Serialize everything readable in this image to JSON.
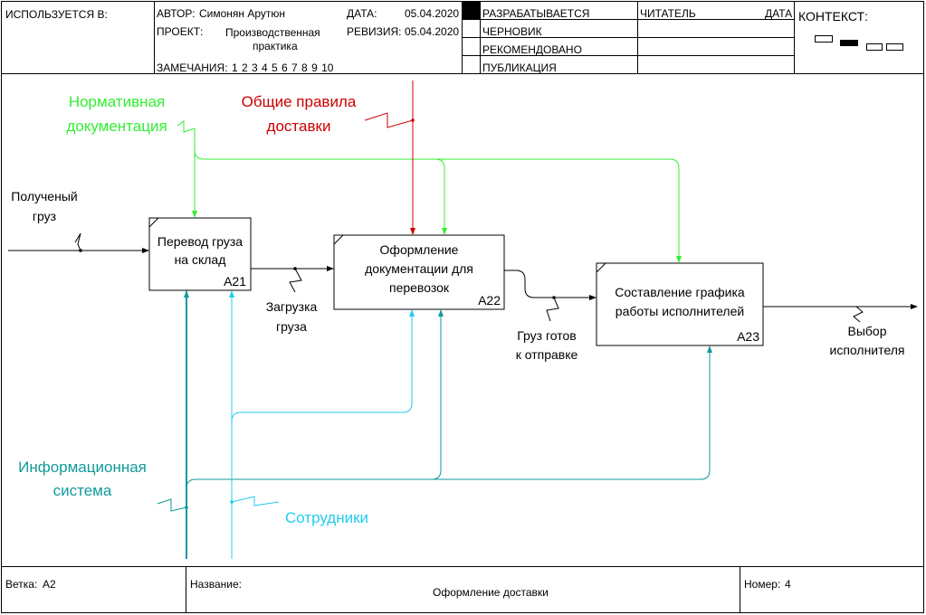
{
  "header": {
    "used_in": "ИСПОЛЬЗУЕТСЯ В:",
    "author_label": "АВТОР:",
    "author": "Симонян Арутюн",
    "date_label": "ДАТА:",
    "date": "05.04.2020",
    "project_label": "ПРОЕКТ:",
    "project_line1": "Производственная",
    "project_line2": "практика",
    "revision_label": "РЕВИЗИЯ:",
    "revision": "05.04.2020",
    "notes_label": "ЗАМЕЧАНИЯ:",
    "notes": "1 2 3 4 5 6 7 8 9 10",
    "status_working": "РАЗРАБАТЫВАЕТСЯ",
    "status_draft": "ЧЕРНОВИК",
    "status_recommended": "РЕКОМЕНДОВАНО",
    "status_publication": "ПУБЛИКАЦИЯ",
    "reader": "ЧИТАТЕЛЬ",
    "reader_date": "ДАТА",
    "context": "КОНТЕКСТ:"
  },
  "footer": {
    "node_label": "Ветка:",
    "node": "A2",
    "title_label": "Название:",
    "title": "Оформление доставки",
    "number_label": "Номер:",
    "number": "4"
  },
  "colors": {
    "green": "#33ee33",
    "red": "#cc0000",
    "teal": "#119999",
    "cyan": "#22ccee",
    "black": "#000000"
  },
  "diagram": {
    "boxes": [
      {
        "line1": "Перевод груза",
        "line2": "на склад",
        "line3": "",
        "id": "A21"
      },
      {
        "line1": "Оформление",
        "line2": "документации для",
        "line3": "перевозок",
        "id": "A22"
      },
      {
        "line1": "Составление графика",
        "line2": "работы исполнителей",
        "line3": "",
        "id": "A23"
      }
    ],
    "arrows": {
      "norm_doc_1": "Нормативная",
      "norm_doc_2": "документация",
      "rules_1": "Общие правила",
      "rules_2": "доставки",
      "received_1": "Полученый",
      "received_2": "груз",
      "loading_1": "Загрузка",
      "loading_2": "груза",
      "ready_1": "Груз готов",
      "ready_2": "к отправке",
      "choice_1": "Выбор",
      "choice_2": "исполнителя",
      "info_1": "Информационная",
      "info_2": "система",
      "staff": "Сотрудники"
    }
  }
}
